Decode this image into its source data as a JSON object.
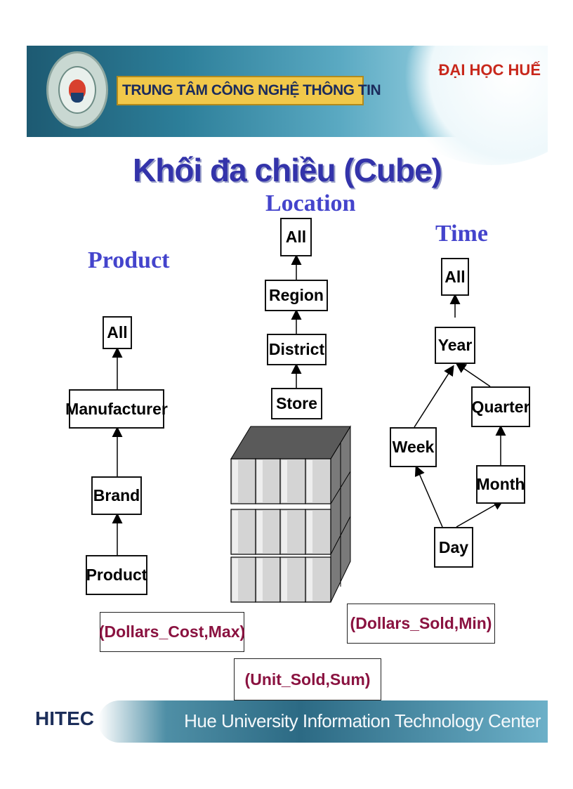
{
  "header": {
    "banner_text": "TRUNG TÂM CÔNG NGHỆ THÔNG TIN",
    "university": "ĐẠI HỌC HUẾ"
  },
  "title": "Khối đa chiều (Cube)",
  "dimensions": {
    "product": {
      "label": "Product",
      "levels": [
        "All",
        "Manufacturer",
        "Brand",
        "Product"
      ]
    },
    "location": {
      "label": "Location",
      "levels": [
        "All",
        "Region",
        "District",
        "Store"
      ]
    },
    "time": {
      "label": "Time",
      "levels": [
        "All",
        "Year",
        "Quarter",
        "Week",
        "Month",
        "Day"
      ]
    }
  },
  "measures": [
    "(Dollars_Cost,Max)",
    "(Dollars_Sold,Min)",
    "(Unit_Sold,Sum)"
  ],
  "footer": {
    "left": "HITEC",
    "right": "Hue University Information Technology Center"
  }
}
